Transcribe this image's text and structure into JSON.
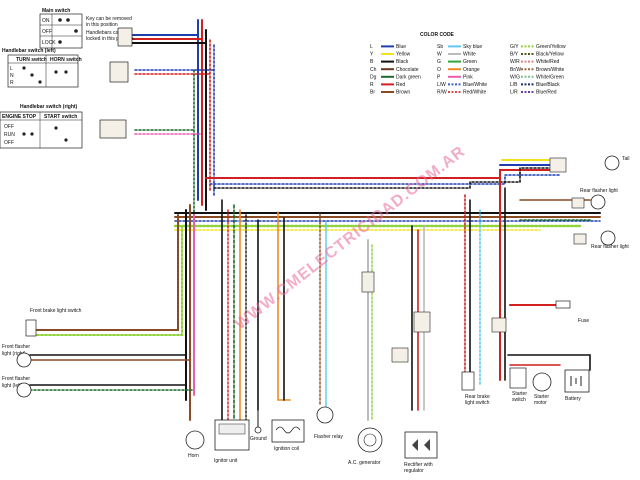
{
  "main_switch": {
    "title": "Main switch",
    "rows": [
      "ON",
      "OFF",
      "LOCK"
    ],
    "note": [
      "Key can be removed",
      "in this position",
      "Handlebars can be",
      "locked in this position."
    ]
  },
  "handlebar_left": {
    "title": "Handlebar switch (left)",
    "turn": "TURN switch",
    "horn": "HORN switch",
    "rows": [
      "L",
      "N",
      "R"
    ]
  },
  "handlebar_right": {
    "title": "Handlebar switch (right)",
    "engine_stop": "ENGINE STOP",
    "start": "START switch",
    "rows": [
      "OFF",
      "RUN",
      "OFF"
    ]
  },
  "color_code": {
    "title": "COLOR CODE",
    "entries": [
      {
        "code": "L",
        "name": "Blue",
        "color": "#1f3fae"
      },
      {
        "code": "Y",
        "name": "Yellow",
        "color": "#f2e21c"
      },
      {
        "code": "B",
        "name": "Black",
        "color": "#111111"
      },
      {
        "code": "Ch",
        "name": "Chocolate",
        "color": "#6b3a1e"
      },
      {
        "code": "Dg",
        "name": "Dark green",
        "color": "#1c6b2a"
      },
      {
        "code": "R",
        "name": "Red",
        "color": "#d21f1f"
      },
      {
        "code": "Br",
        "name": "Brown",
        "color": "#8a4a22"
      },
      {
        "code": "Sb",
        "name": "Sky blue",
        "color": "#5fc8ec"
      },
      {
        "code": "W",
        "name": "White",
        "color": "#bbbbbb"
      },
      {
        "code": "G",
        "name": "Green",
        "color": "#2ea83a"
      },
      {
        "code": "O",
        "name": "Orange",
        "color": "#f08a24"
      },
      {
        "code": "P",
        "name": "Pink",
        "color": "#e85fb0"
      },
      {
        "code": "L/W",
        "name": "Blue/White",
        "color": "#3f5fd0"
      },
      {
        "code": "R/W",
        "name": "Red/White",
        "color": "#d84a4a"
      },
      {
        "code": "G/Y",
        "name": "Green/Yellow",
        "color": "#8fd23a"
      },
      {
        "code": "B/Y",
        "name": "Black/Yellow",
        "color": "#555511"
      },
      {
        "code": "W/R",
        "name": "White/Red",
        "color": "#e08080"
      },
      {
        "code": "Br/W",
        "name": "Brown/White",
        "color": "#a0643a"
      },
      {
        "code": "W/G",
        "name": "White/Green",
        "color": "#7fc08a"
      },
      {
        "code": "L/B",
        "name": "Blue/Black",
        "color": "#1a2a70"
      },
      {
        "code": "L/R",
        "name": "Blue/Red",
        "color": "#6a3aa0"
      }
    ]
  },
  "watermark": "WWW.CMELECTRICIDAD.COM.AR",
  "components": {
    "front_brake_light_switch": "Front brake light switch",
    "front_flasher_right": [
      "Front flasher",
      "light (right)"
    ],
    "front_flasher_left": [
      "Front flasher",
      "light (left)"
    ],
    "horn": "Horn",
    "ignitor_unit": "Ignitor unit",
    "ground": "Ground",
    "ignition_coil": "Ignition coil",
    "flasher_relay": "Flasher relay",
    "ac_generator": "A.C. generator",
    "rectifier": [
      "Rectifier with",
      "regulator"
    ],
    "rear_brake_light_switch": [
      "Rear brake",
      "light switch"
    ],
    "starter_switch": [
      "Starter",
      "switch"
    ],
    "starter_motor": [
      "Starter",
      "motor"
    ],
    "battery": "Battery",
    "fuse": "Fuse",
    "tail": "Tail",
    "rear_flasher_left": "Rear flasher light",
    "rear_flasher_right": "Rear flasher light"
  }
}
